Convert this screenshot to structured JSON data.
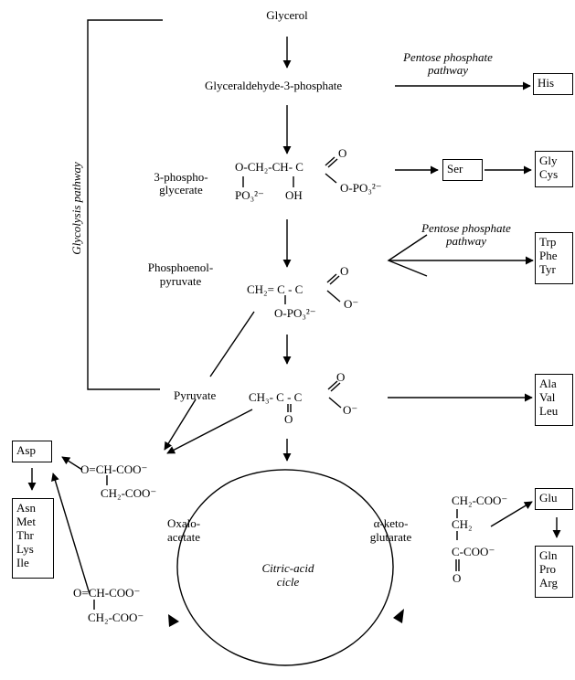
{
  "glycerol": "Glycerol",
  "g3p": "Glyceraldehyde-3-phosphate",
  "pentose_top": [
    "Pentose phosphate",
    "pathway"
  ],
  "his": "His",
  "pg_label": [
    "3-phospho-",
    "glycerate"
  ],
  "pg_formula": {
    "top": "O-CH₂-CH- C",
    "po3_left": "PO₃²⁻",
    "oh": "OH",
    "o_top": "O",
    "o_po3": "O-PO₃²⁻"
  },
  "ser": "Ser",
  "gly_cys": [
    "Gly",
    "Cys"
  ],
  "glycolysis_label": "Glycolysis pathway",
  "pentose_mid": [
    "Pentose phosphate",
    "pathway"
  ],
  "trp_phe_tyr": [
    "Trp",
    "Phe",
    "Tyr"
  ],
  "pep_label": [
    "Phosphoenol-",
    "pyruvate"
  ],
  "pep_formula": {
    "main": "CH₂= C - C",
    "o_top": "O",
    "o_minus": "O⁻",
    "o_po3": "O-PO₃²⁻"
  },
  "pyruvate_label": "Pyruvate",
  "pyr_formula": {
    "main": "CH₃- C - C",
    "o_top": "O",
    "o_minus": "O⁻",
    "o_bottom": "O"
  },
  "ala_val_leu": [
    "Ala",
    "Val",
    "Leu"
  ],
  "asp": "Asp",
  "oxal_top": [
    "O=CH-COO⁻",
    "CH₂-COO⁻"
  ],
  "asn_group": [
    "Asn",
    "Met",
    "Thr",
    "Lys",
    "Ile"
  ],
  "oxal_bottom": [
    "O=CH-COO⁻",
    "CH₂-COO⁻"
  ],
  "oxaloacetate_label": [
    "Oxalo-",
    "acetate"
  ],
  "citric_label": [
    "Citric-acid",
    "cicle"
  ],
  "akg_label": [
    "α-keto-",
    "glutarate"
  ],
  "akg_formula": [
    "CH₂-COO⁻",
    "CH₂",
    "C-COO⁻",
    "O"
  ],
  "glu": "Glu",
  "gln_group": [
    "Gln",
    "Pro",
    "Arg"
  ]
}
